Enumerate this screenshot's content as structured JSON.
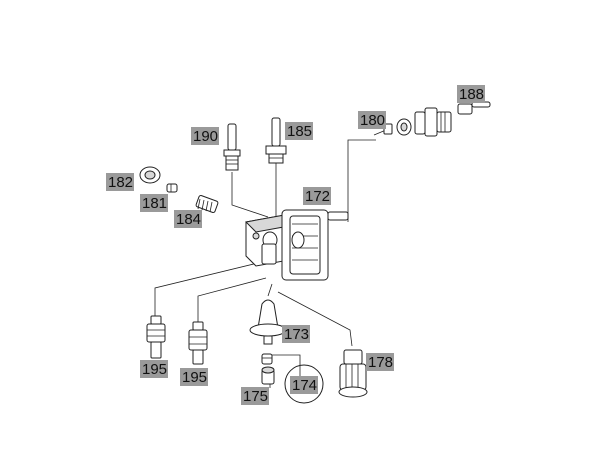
{
  "diagram": {
    "labels": {
      "l190": "190",
      "l185": "185",
      "l180": "180",
      "l188": "188",
      "l182": "182",
      "l181": "181",
      "l184": "184",
      "l172": "172",
      "l173": "173",
      "l178": "178",
      "l195a": "195",
      "l195b": "195",
      "l174": "174",
      "l175": "175"
    }
  }
}
